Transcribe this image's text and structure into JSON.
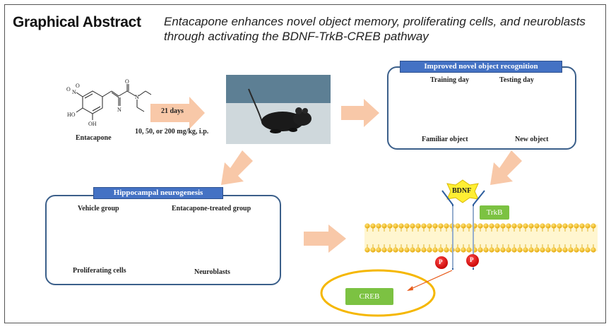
{
  "header": {
    "title": "Graphical Abstract",
    "subtitle": "Entacapone enhances novel object memory, proliferating cells, and neuroblasts through activating the BDNF-TrkB-CREB pathway"
  },
  "drug": {
    "name": "Entacapone",
    "duration": "21 days",
    "dose": "10, 50, or 200 mg/kg, i.p.",
    "structure_labels": {
      "no2": "O",
      "nplus": "N",
      "ominus": "O",
      "ho": "HO",
      "oh": "OH",
      "n": "N",
      "o": "O"
    }
  },
  "recognition": {
    "title": "Improved novel object recognition",
    "training_label": "Training day",
    "testing_label": "Testing day",
    "familiar_label": "Familiar object",
    "new_label": "New object"
  },
  "neurogenesis": {
    "title": "Hippocampal neurogenesis",
    "vehicle_label": "Vehicle group",
    "treated_label": "Entacapone-treated group",
    "proliferating_label": "Proliferating cells",
    "neuroblasts_label": "Neuroblasts"
  },
  "pathway": {
    "bdnf": "BDNF",
    "trkb": "TrkB",
    "p1": "P",
    "p2": "P",
    "creb": "CREB"
  },
  "colors": {
    "arrow": "#f8c8a8",
    "box_title": "#4472c4",
    "triangle": "#ed6a1c",
    "circle_new": "#41b6e6",
    "ring": "#b12d8f",
    "hippocampus": "#3d7fd0",
    "membrane": "#f2c12e",
    "green_pill": "#7cc242",
    "phospho": "#e02020",
    "bdnf_star": "#ffee33",
    "creb_ring": "#f5b700"
  }
}
